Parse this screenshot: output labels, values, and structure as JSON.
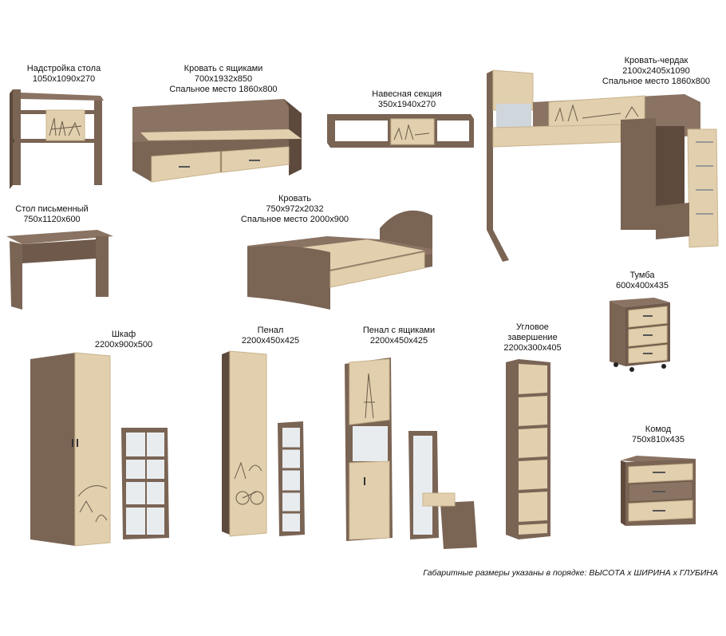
{
  "colors": {
    "dark_wood": "#7a6454",
    "dark_wood_shade": "#5e4a3d",
    "light_wood": "#e2cfae",
    "light_wood_shade": "#c9b48e",
    "drawing": "#6b5a48"
  },
  "items": {
    "desk_hutch": {
      "name": "Надстройка стола",
      "size": "1050х1090х270"
    },
    "bed_drawers": {
      "name": "Кровать с ящиками",
      "size": "700х1932х850",
      "sleep": "Спальное место 1860х800"
    },
    "wall_shelf": {
      "name": "Навесная секция",
      "size": "350х1940х270"
    },
    "loft_bed": {
      "name": "Кровать-чердак",
      "size": "2100х2405х1090",
      "sleep": "Спальное место 1860х800"
    },
    "desk": {
      "name": "Стол письменный",
      "size": "750х1120х600"
    },
    "bed": {
      "name": "Кровать",
      "size": "750х972х2032",
      "sleep": "Спальное место 2000х900"
    },
    "nightstand": {
      "name": "Тумба",
      "size": "600х400х435"
    },
    "wardrobe": {
      "name": "Шкаф",
      "size": "2200х900х500"
    },
    "pencil_case": {
      "name": "Пенал",
      "size": "2200х450х425"
    },
    "pencil_case_drawers": {
      "name": "Пенал с ящиками",
      "size": "2200х450х425"
    },
    "corner_end": {
      "name": "Угловое",
      "name2": "завершение",
      "size": "2200х300х405"
    },
    "dresser": {
      "name": "Комод",
      "size": "750х810х435"
    }
  },
  "footer_note": "Габаритные размеры указаны в порядке: ВЫСОТА х ШИРИНА х ГЛУБИНА"
}
